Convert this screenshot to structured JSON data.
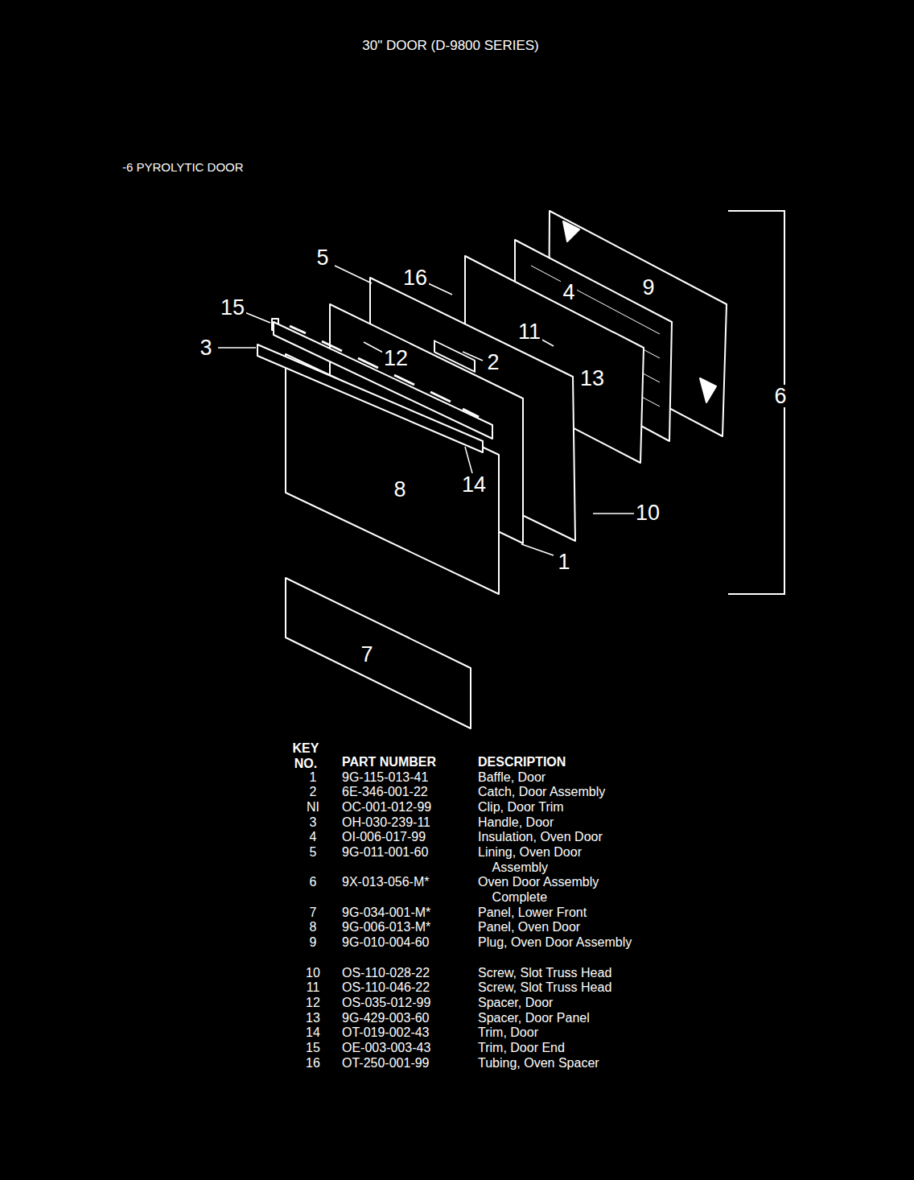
{
  "diagram": {
    "title": "30\" DOOR (D-9800 SERIES)",
    "labels": [
      "-6 PYROLYTIC DOOR",
      "5",
      "16",
      "15",
      "4",
      "9",
      "3",
      "11",
      "12",
      "2",
      "13",
      "6",
      "8",
      "14",
      "10",
      "1",
      "7",
      "KEY NO.",
      "PART NUMBER",
      "DESCRIPTION",
      "1",
      "9G-115-013-41",
      "Baffle, Door",
      "2",
      "6E-346-001-22",
      "Catch, Door Assembly",
      "NI",
      "OC-001-012-99",
      "Clip, Door Trim",
      "3",
      "OH-030-239-11",
      "Handle, Door",
      "4",
      "OI-006-017-99",
      "Insulation, Oven Door",
      "5",
      "9G-011-001-60",
      "Lining, Oven Door Assembly",
      "6",
      "9X-013-056-M*",
      "Oven Door Assembly Complete",
      "7",
      "9G-034-001-M*",
      "Panel, Lower Front",
      "8",
      "9G-006-013-M*",
      "Panel, Oven Door",
      "9",
      "9G-010-004-60",
      "Plug, Oven Door Assembly",
      "10",
      "OS-110-028-22",
      "Screw, Slot Truss Head",
      "11",
      "OS-110-046-22",
      "Screw, Slot Truss Head",
      "12",
      "OS-035-012-99",
      "Spacer, Door",
      "13",
      "9G-429-003-60",
      "Spacer, Door Panel",
      "14",
      "OT-019-002-43",
      "Trim, Door",
      "15",
      "OE-003-003-43",
      "Trim, Door End",
      "16",
      "OT-250-001-99",
      "Tubing, Oven Spacer"
    ]
  }
}
